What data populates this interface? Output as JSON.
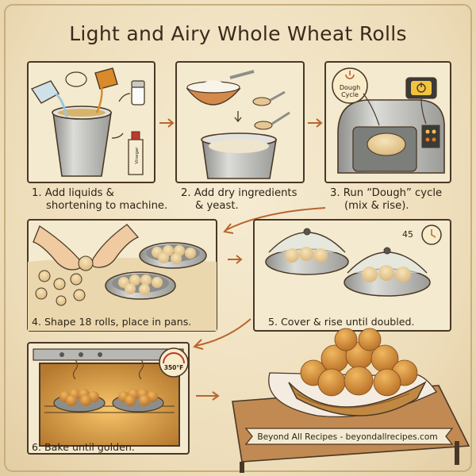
{
  "title": "Light and Airy Whole Wheat Rolls",
  "steps": [
    {
      "line1": "1. Add liquids &",
      "line2": "shortening to machine."
    },
    {
      "line1": "2. Add dry ingredients",
      "line2": "& yeast."
    },
    {
      "line1": "3. Run “Dough” cycle",
      "line2": "(mix & rise)."
    },
    {
      "line1": "4. Shape 18 rolls, place in pans.",
      "line2": ""
    },
    {
      "line1": "5. Cover & rise until doubled.",
      "line2": ""
    },
    {
      "line1": "6. Bake until golden.",
      "line2": ""
    }
  ],
  "labels": {
    "vinegar": "Vinegar",
    "dough_cycle_1": "Dough",
    "dough_cycle_2": "Cycle",
    "timer": "45",
    "oven_temp": "350°F"
  },
  "footer": "Beyond All Recipes - beyondallrecipes.com",
  "colors": {
    "ink": "#3b2a1c",
    "paper": "#f3e8cf",
    "metal": "#bfc0bd",
    "roll": "#e8cf9a",
    "golden": "#d9973f"
  }
}
